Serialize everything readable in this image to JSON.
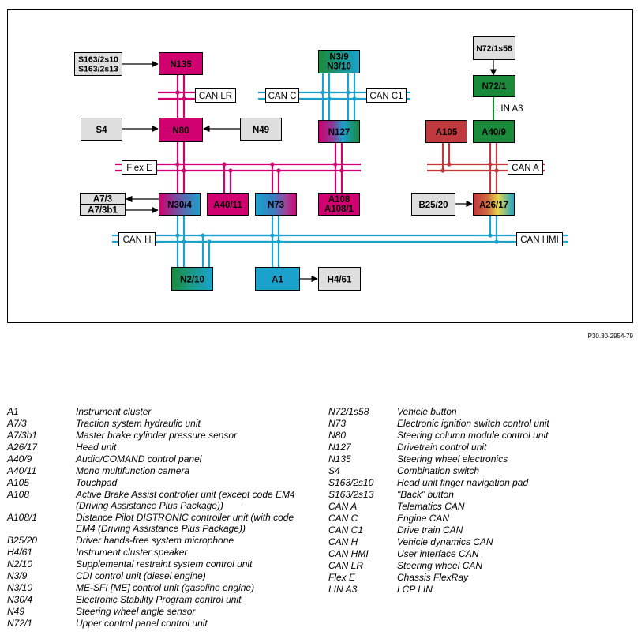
{
  "figure_ref": "P30.30-2954-79",
  "colors": {
    "magenta": "#d10070",
    "cyan": "#1aa2cc",
    "red": "#c0393d",
    "green": "#1a8a3a",
    "gray": "#dedede",
    "frame": "#000000"
  },
  "buses": {
    "can_lr": "CAN LR",
    "can_c": "CAN C",
    "can_c1": "CAN C1",
    "flex_e": "Flex E",
    "can_a": "CAN A",
    "can_h": "CAN H",
    "can_hmi": "CAN HMI",
    "lin_a3": "LIN A3"
  },
  "boxes": {
    "s163": [
      "S163/2s10",
      "S163/2s13"
    ],
    "n135": "N135",
    "n3": [
      "N3/9",
      "N3/10"
    ],
    "n72_1s58": "N72/1s58",
    "n72_1": "N72/1",
    "s4": "S4",
    "n80": "N80",
    "n49": "N49",
    "n127": "N127",
    "a105": "A105",
    "a40_9": "A40/9",
    "a7": [
      "A7/3",
      "A7/3b1"
    ],
    "n30_4": "N30/4",
    "a40_11": "A40/11",
    "n73": "N73",
    "a108": [
      "A108",
      "A108/1"
    ],
    "b25_20": "B25/20",
    "a26_17": "A26/17",
    "n2_10": "N2/10",
    "a1": "A1",
    "h4_61": "H4/61"
  },
  "legend_left": [
    {
      "code": "A1",
      "desc": "Instrument cluster"
    },
    {
      "code": "A7/3",
      "desc": "Traction system hydraulic unit"
    },
    {
      "code": "A7/3b1",
      "desc": "Master brake cylinder pressure sensor"
    },
    {
      "code": "A26/17",
      "desc": "Head unit"
    },
    {
      "code": "A40/9",
      "desc": "Audio/COMAND control panel"
    },
    {
      "code": "A40/11",
      "desc": "Mono multifunction camera"
    },
    {
      "code": "A105",
      "desc": "Touchpad"
    },
    {
      "code": "A108",
      "desc": "Active Brake Assist controller unit (except code EM4 (Driving Assistance Plus Package))"
    },
    {
      "code": "A108/1",
      "desc": "Distance Pilot DISTRONIC controller unit (with code EM4 (Driving Assistance Plus Package))"
    },
    {
      "code": "B25/20",
      "desc": "Driver hands-free system microphone"
    },
    {
      "code": "H4/61",
      "desc": "Instrument cluster speaker"
    },
    {
      "code": "N2/10",
      "desc": "Supplemental restraint system control unit"
    },
    {
      "code": "N3/9",
      "desc": "CDI control unit (diesel engine)"
    },
    {
      "code": "N3/10",
      "desc": "ME-SFI [ME] control unit (gasoline engine)"
    },
    {
      "code": "N30/4",
      "desc": "Electronic Stability Program control unit"
    },
    {
      "code": "N49",
      "desc": "Steering wheel angle sensor"
    },
    {
      "code": "N72/1",
      "desc": "Upper control panel control unit"
    }
  ],
  "legend_right": [
    {
      "code": "N72/1s58",
      "desc": "Vehicle button"
    },
    {
      "code": "N73",
      "desc": "Electronic ignition switch control unit"
    },
    {
      "code": "N80",
      "desc": "Steering column module control unit"
    },
    {
      "code": "N127",
      "desc": "Drivetrain control unit"
    },
    {
      "code": "N135",
      "desc": "Steering wheel electronics"
    },
    {
      "code": "S4",
      "desc": "Combination switch"
    },
    {
      "code": "S163/2s10",
      "desc": "Head unit finger navigation pad"
    },
    {
      "code": "S163/2s13",
      "desc": "\"Back\" button"
    },
    {
      "code": "CAN A",
      "desc": "Telematics CAN"
    },
    {
      "code": "CAN C",
      "desc": "Engine CAN"
    },
    {
      "code": "CAN C1",
      "desc": "Drive train CAN"
    },
    {
      "code": "CAN H",
      "desc": "Vehicle dynamics CAN"
    },
    {
      "code": "CAN HMI",
      "desc": "User interface CAN"
    },
    {
      "code": "CAN LR",
      "desc": "Steering wheel CAN"
    },
    {
      "code": "Flex E",
      "desc": "Chassis FlexRay"
    },
    {
      "code": "LIN A3",
      "desc": "LCP LIN"
    }
  ]
}
